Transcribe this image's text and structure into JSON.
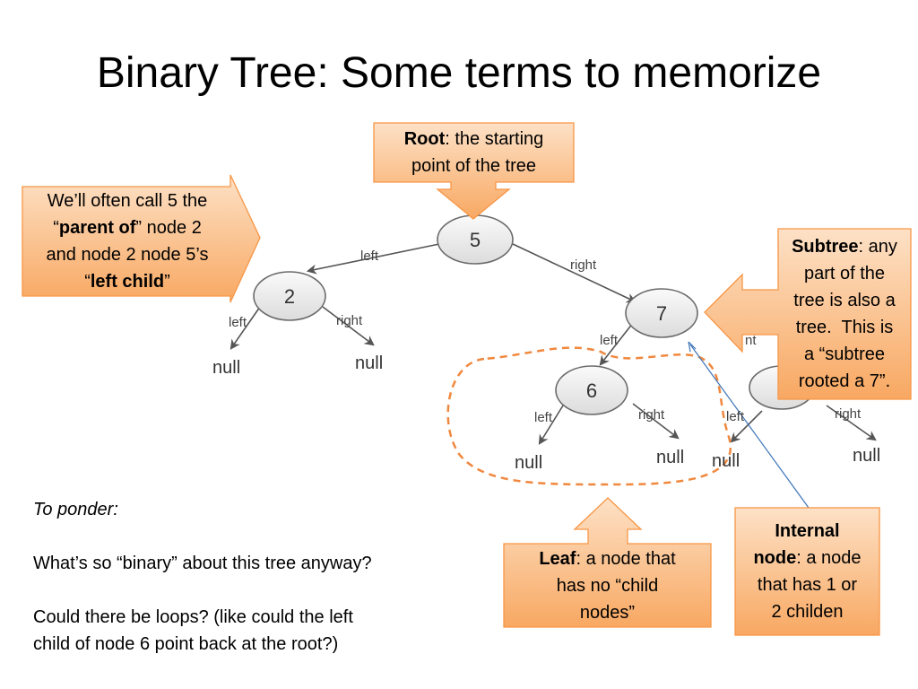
{
  "title": "Binary Tree: Some terms to memorize",
  "colors": {
    "callout_top": "#fde1c6",
    "callout_bottom": "#f8a862",
    "callout_border": "#f79646",
    "node_fill": "#ececec",
    "node_stroke": "#6a6a6a",
    "edge": "#555555",
    "dashed_outline": "#f0883e",
    "pointer_line": "#3d75b8"
  },
  "tree": {
    "nodes": [
      {
        "id": "n5",
        "label": "5"
      },
      {
        "id": "n2",
        "label": "2"
      },
      {
        "id": "n7",
        "label": "7"
      },
      {
        "id": "n6",
        "label": "6"
      }
    ],
    "edge_labels": {
      "left": "left",
      "right": "right",
      "right_partial": "nt"
    },
    "null_label": "null"
  },
  "callouts": {
    "root": {
      "term": "Root",
      "line1_rest": ": the starting",
      "line2": "point of the tree"
    },
    "parent": {
      "line1": "We’ll often call 5 the",
      "line2_open": "“",
      "line2_bold": "parent of",
      "line2_rest": "” node 2",
      "line3": "and node 2 node 5’s",
      "line4_open": "“",
      "line4_bold": "left child",
      "line4_close": "”"
    },
    "subtree": {
      "term": "Subtree",
      "line1_rest": ": any",
      "line2": "part of the",
      "line3": "tree is also a",
      "line4": "tree.  This is",
      "line5": "a “subtree",
      "line6": "rooted a 7”."
    },
    "leaf": {
      "term": "Leaf",
      "line1_rest": ": a node that",
      "line2": "has no “child",
      "line3": "nodes”"
    },
    "internal": {
      "term1": "Internal",
      "term2": "node",
      "line2_rest": ": a node",
      "line3": "that has 1 or",
      "line4": "2 childen"
    }
  },
  "ponder": {
    "heading": "To ponder:",
    "question1": "What’s so “binary” about this tree anyway?",
    "question2_line1": "Could there be loops? (like could the left",
    "question2_line2": "child of node 6 point back at the root?)"
  }
}
